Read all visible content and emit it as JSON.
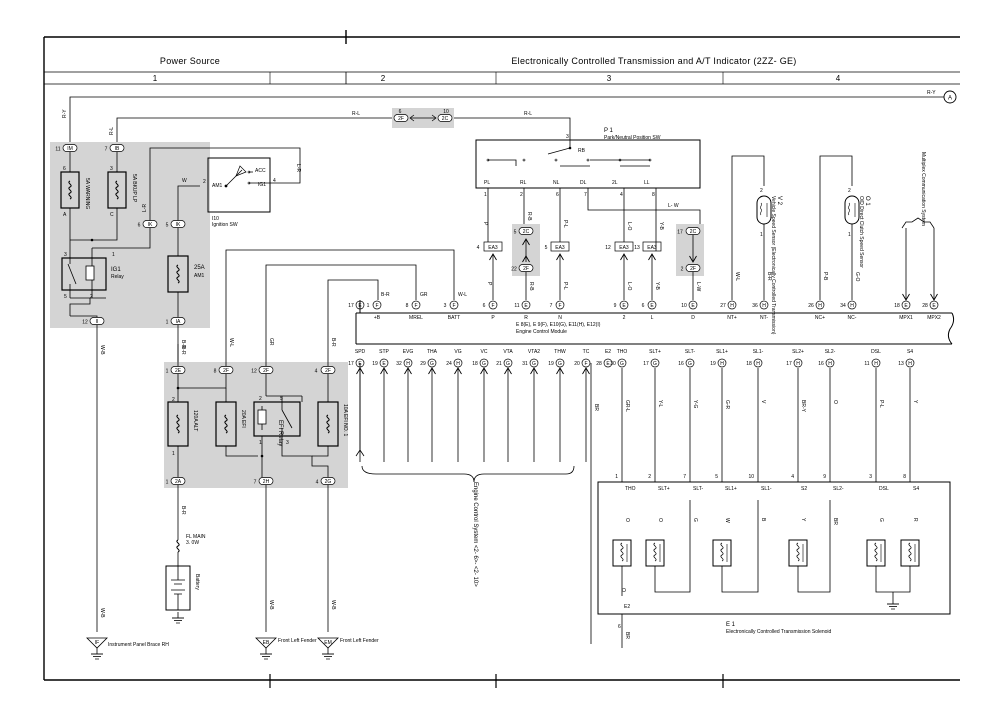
{
  "header": {
    "left_title": "Power Source",
    "right_title": "Electronically Controlled Transmission and A/T Indicator (2ZZ- GE)",
    "columns": [
      "1",
      "2",
      "3",
      "4"
    ]
  },
  "offpage_connector": {
    "wire": "R-Y",
    "letter": "A"
  },
  "junction_2f_2c": {
    "left_pin": "6",
    "left_code": "2F",
    "right_pin": "10",
    "right_code": "2C",
    "left_wire": "R-L",
    "right_wire": "R-L"
  },
  "fuse_block_1": {
    "fuses": [
      {
        "name": "5A WARNING",
        "pin_top": "11",
        "code_top": "IM",
        "wire": "R-Y",
        "num": "6",
        "letter": "A"
      },
      {
        "name": "5A BKUP LP",
        "pin_top": "7",
        "code_top": "IB",
        "wire": "R-L",
        "num": "3",
        "letter": "C"
      }
    ],
    "relay": {
      "name": "IG1",
      "sub": "Relay",
      "pins": [
        "3",
        "1",
        "5",
        "2"
      ]
    },
    "connector_ik": {
      "pin": "6",
      "code": "IK",
      "wire": "L-R"
    },
    "bottom": {
      "pin": "12",
      "code": "II"
    }
  },
  "am1_fuse": {
    "name": "25A",
    "sub": "AM1",
    "top_pin": "5",
    "top_code": "IK",
    "bottom_pin": "1",
    "bottom_code": "IA",
    "wire_top": "W",
    "wire_bottom": "B-R"
  },
  "ignition_switch": {
    "id": "I10",
    "name": "Ignition SW",
    "terminals": [
      "AM1",
      "ACC",
      "IG1"
    ],
    "pins": [
      "2",
      "4"
    ],
    "wire": "L-R"
  },
  "fuse_block_2": {
    "connectors": [
      {
        "pin": "1",
        "code": "2E",
        "wire": "B-R"
      },
      {
        "pin": "8",
        "code": "2F",
        "wire": "W-L"
      },
      {
        "pin": "12",
        "code": "2F",
        "wire": "GR"
      },
      {
        "pin": "4",
        "code": "2F",
        "wire": "B-R"
      }
    ],
    "fuses": [
      "120A ALT",
      "20A EFI",
      "10A EFI NO. 1"
    ],
    "relay": {
      "name": "EFI Relay",
      "pins": [
        "2",
        "5",
        "1",
        "3"
      ]
    },
    "bottom": [
      {
        "pin": "1",
        "code": "2A",
        "wire": "B-R"
      },
      {
        "pin": "7",
        "code": "2H",
        "wire": "W-B"
      },
      {
        "pin": "4",
        "code": "2G",
        "wire": "W-B"
      }
    ]
  },
  "fusible_link": {
    "name": "FL MAIN",
    "sub": "3. 0W"
  },
  "battery": {
    "name": "Battery"
  },
  "grounds": [
    {
      "code": "IF",
      "wire": "W-B",
      "label": "Instrument Panel Brace RH"
    },
    {
      "code": "EB",
      "wire": "W-B",
      "label": "Front Left Fender"
    },
    {
      "code": "EM",
      "wire": "W-B",
      "label": "Front Left Fender"
    }
  ],
  "pn_switch": {
    "id": "P 1",
    "name": "Park/Neutral Position SW",
    "rb": "RB",
    "pin3": "3",
    "terminals": [
      "PL",
      "RL",
      "NL",
      "DL",
      "2L",
      "LL"
    ],
    "pins": [
      "1",
      "2",
      "6",
      "7",
      "4",
      "8"
    ],
    "wire_lw": "L- W"
  },
  "ea3_connectors": [
    {
      "pin": "4",
      "wire": "P",
      "wire_bottom": "P"
    },
    {
      "pin": "5",
      "code": "2C",
      "wire": "R-B",
      "pin_b": "22",
      "code_b": "2F",
      "wire_bottom": "R-B"
    },
    {
      "pin": "5",
      "wire": "P-L",
      "wire_bottom": "P-L"
    },
    {
      "pin": "12",
      "wire": "L-O",
      "wire_bottom": "L-O"
    },
    {
      "pin": "13",
      "wire": "Y-B",
      "wire_bottom": "Y-B"
    },
    {
      "pin": "17",
      "code": "2C",
      "wire": "L-W",
      "pin_b": "2",
      "code_b": "2F",
      "wire_bottom": "L-W"
    }
  ],
  "ea3_label": "EA3",
  "speed_sensors": [
    {
      "id": "V 2",
      "name": "Vehicle Speed Sensor (Electronically Controlled Transmission)",
      "pins": [
        "2",
        "1"
      ],
      "wire_top": "W-L",
      "wire_bottom": "B-R"
    },
    {
      "id": "O 1",
      "name": "O/D Direct Clutch Speed Sensor",
      "pins": [
        "2",
        "1"
      ],
      "wire_top": "P-B",
      "wire_bottom": "G-O"
    }
  ],
  "multiplex": {
    "label": "Multiplex Communication System"
  },
  "ecm": {
    "label_line1": "E 8(E), E 9(F), E10(G), E11(H), E12(I)",
    "label_line2": "Engine Control Module",
    "top_pins": [
      {
        "pin": "17",
        "code": "E",
        "name": "",
        "wire": ""
      },
      {
        "pin": "1",
        "code": "F",
        "name": "+B",
        "wire": "B-R"
      },
      {
        "pin": "8",
        "code": "F",
        "name": "MREL",
        "wire": "GR"
      },
      {
        "pin": "3",
        "code": "F",
        "name": "BATT",
        "wire": "W-L"
      },
      {
        "pin": "6",
        "code": "F",
        "name": "P",
        "wire": "P"
      },
      {
        "pin": "11",
        "code": "E",
        "name": "R",
        "wire": "R-B"
      },
      {
        "pin": "7",
        "code": "F",
        "name": "N",
        "wire": "P-L"
      },
      {
        "pin": "9",
        "code": "E",
        "name": "2",
        "wire": "L-O"
      },
      {
        "pin": "6",
        "code": "E",
        "name": "L",
        "wire": "Y-B"
      },
      {
        "pin": "10",
        "code": "E",
        "name": "D",
        "wire": "L-W"
      },
      {
        "pin": "27",
        "code": "H",
        "name": "NT+",
        "wire": "W-L"
      },
      {
        "pin": "36",
        "code": "H",
        "name": "NT-",
        "wire": "B-R"
      },
      {
        "pin": "26",
        "code": "H",
        "name": "NC+",
        "wire": "P-B"
      },
      {
        "pin": "34",
        "code": "H",
        "name": "NC-",
        "wire": "G-O"
      },
      {
        "pin": "18",
        "code": "E",
        "name": "MPX1",
        "wire": ""
      },
      {
        "pin": "28",
        "code": "E",
        "name": "MPX2",
        "wire": ""
      }
    ],
    "bottom_pins": [
      {
        "pin": "17",
        "code": "E",
        "name": "SPD"
      },
      {
        "pin": "19",
        "code": "E",
        "name": "STP"
      },
      {
        "pin": "32",
        "code": "H",
        "name": "EVG"
      },
      {
        "pin": "29",
        "code": "G",
        "name": "THA"
      },
      {
        "pin": "24",
        "code": "H",
        "name": "VG"
      },
      {
        "pin": "18",
        "code": "G",
        "name": "VC"
      },
      {
        "pin": "21",
        "code": "G",
        "name": "VTA"
      },
      {
        "pin": "31",
        "code": "G",
        "name": "VTA2"
      },
      {
        "pin": "19",
        "code": "G",
        "name": "THW"
      },
      {
        "pin": "20",
        "code": "F",
        "name": "TC"
      },
      {
        "pin": "28",
        "code": "E",
        "name": "E2"
      }
    ],
    "sol_pins": [
      {
        "pin": "30",
        "code": "G",
        "name": "THO",
        "wire": "GR-L"
      },
      {
        "pin": "17",
        "code": "G",
        "name": "SLT+",
        "wire": "Y-L"
      },
      {
        "pin": "16",
        "code": "G",
        "name": "SLT-",
        "wire": "Y-G"
      },
      {
        "pin": "19",
        "code": "H",
        "name": "SL1+",
        "wire": "G-R"
      },
      {
        "pin": "18",
        "code": "H",
        "name": "SL1-",
        "wire": "V"
      },
      {
        "pin": "17",
        "code": "H",
        "name": "SL2+",
        "wire": "BR-Y"
      },
      {
        "pin": "16",
        "code": "H",
        "name": "SL2-",
        "wire": "O"
      },
      {
        "pin": "11",
        "code": "H",
        "name": "DSL",
        "wire": "P-L"
      },
      {
        "pin": "13",
        "code": "H",
        "name": "S4",
        "wire": "Y"
      }
    ],
    "e2_wire": "BR"
  },
  "engine_control_label": "Engine Control System <2- 6>- <2- 10>",
  "solenoid": {
    "id": "E 1",
    "name": "Electronically Controlled Transmission Solenoid",
    "terminals": [
      {
        "pin": "1",
        "name": "THO",
        "color": "O"
      },
      {
        "pin": "2",
        "name": "SLT+",
        "color": "O"
      },
      {
        "pin": "7",
        "name": "SLT-",
        "color": "G"
      },
      {
        "pin": "5",
        "name": "SL1+",
        "color": "W"
      },
      {
        "pin": "10",
        "name": "SL1-",
        "color": "B"
      },
      {
        "pin": "4",
        "name": "S2",
        "color": "Y"
      },
      {
        "pin": "9",
        "name": "SL2-",
        "color": "BR"
      },
      {
        "pin": "3",
        "name": "DSL",
        "color": "G"
      },
      {
        "pin": "8",
        "name": "S4",
        "color": "R"
      }
    ],
    "inner_e2": "E2",
    "inner_o": "O",
    "pin6": "6",
    "wire_br": "BR"
  }
}
